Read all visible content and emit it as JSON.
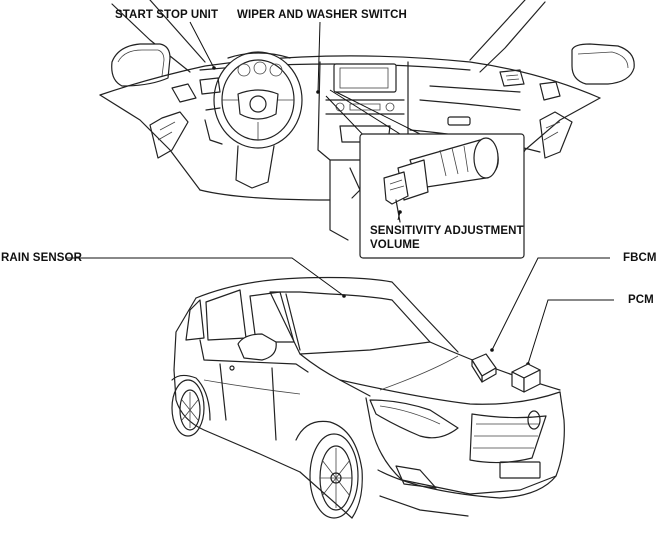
{
  "labels": {
    "start_stop_unit": "START STOP UNIT",
    "wiper_washer_switch": "WIPER AND WASHER SWITCH",
    "sensitivity_line1": "SENSITIVITY ADJUSTMENT",
    "sensitivity_line2": "VOLUME",
    "rain_sensor": "RAIN SENSOR",
    "fbcm": "FBCM",
    "pcm": "PCM"
  }
}
